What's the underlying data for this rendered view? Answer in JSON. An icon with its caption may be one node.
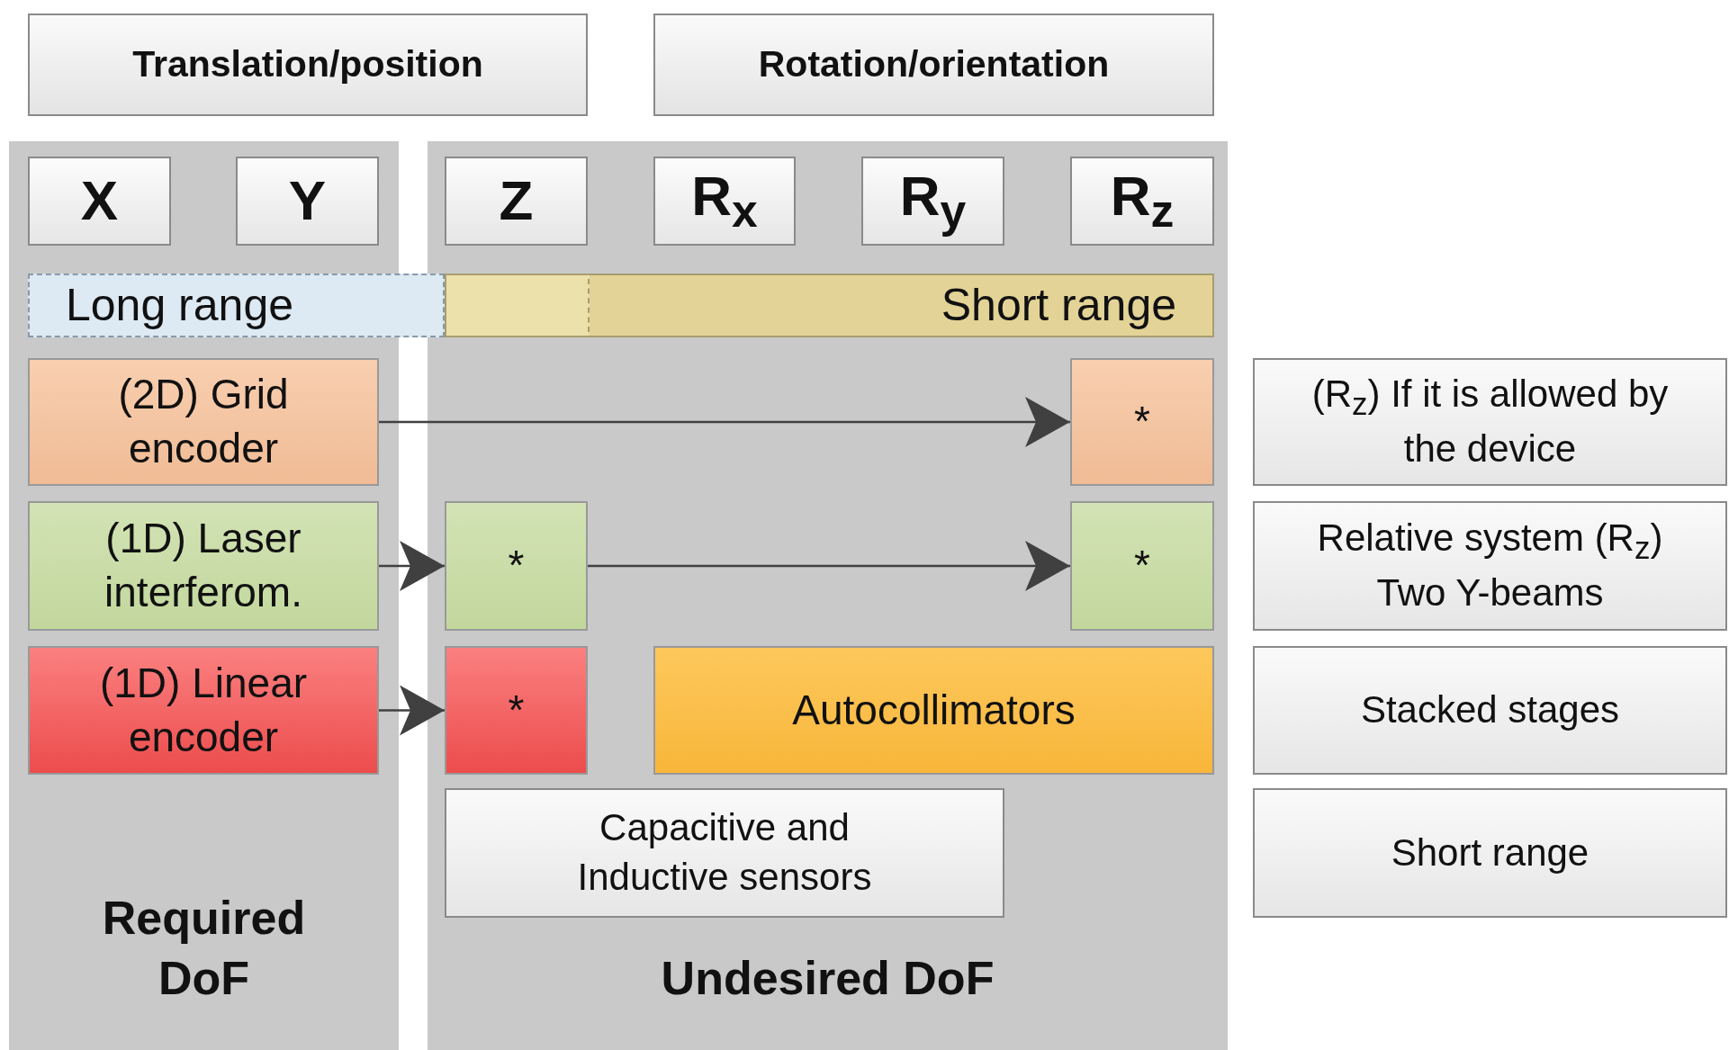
{
  "diagram": {
    "nodes": [
      {
        "text": [
          "Translation/position"
        ]
      },
      {
        "text": [
          "Rotation/orientation"
        ]
      },
      {
        "text": [
          "Required DoF"
        ]
      },
      {
        "text": [
          "Undesired DoF"
        ]
      },
      {
        "text": [
          "X"
        ],
        "in": 2
      },
      {
        "text": [
          "Y"
        ],
        "in": 2
      },
      {
        "text": [
          "Z"
        ],
        "in": 3
      },
      {
        "text": [
          "R$_{x}$"
        ],
        "in": 3
      },
      {
        "text": [
          "R$_{y}$"
        ],
        "in": 3
      },
      {
        "text": [
          "R$_{z}$"
        ],
        "in": 3
      },
      {
        "text": [
          "Long range"
        ]
      },
      {
        "text": [
          "Short range"
        ],
        "in": 3
      },
      {
        "text": [
          "(2D) Grid encoder"
        ],
        "in": 2
      },
      {
        "text": [
          "*"
        ],
        "in": 3
      },
      {
        "text": [
          "(R$_{z}$) If it is allowed by the device"
        ]
      },
      {
        "text": [
          "(1D) Laser interferom."
        ],
        "in": 2
      },
      {
        "text": [
          "*"
        ],
        "in": 3
      },
      {
        "text": [
          "*"
        ],
        "in": 3
      },
      {
        "text": [
          "Relative system (R$_{z}$) Two Y-beams"
        ]
      },
      {
        "text": [
          "(1D) Linear encoder"
        ],
        "in": 2
      },
      {
        "text": [
          "*"
        ],
        "in": 3
      },
      {
        "text": [
          "Autocollimators"
        ],
        "in": 3
      },
      {
        "text": [
          "Stacked stages"
        ]
      },
      {
        "text": [
          "Capacitive and Inductive sensors"
        ],
        "in": 3
      },
      {
        "text": [
          "Short range"
        ]
      }
    ],
    "edges": [
      {
        "from": 12,
        "to": 13,
        "arrow": "to"
      },
      {
        "from": 15,
        "to": 16,
        "arrow": "to"
      },
      {
        "from": 16,
        "to": 17,
        "arrow": "to"
      },
      {
        "from": 19,
        "to": 20,
        "arrow": "to"
      }
    ]
  }
}
